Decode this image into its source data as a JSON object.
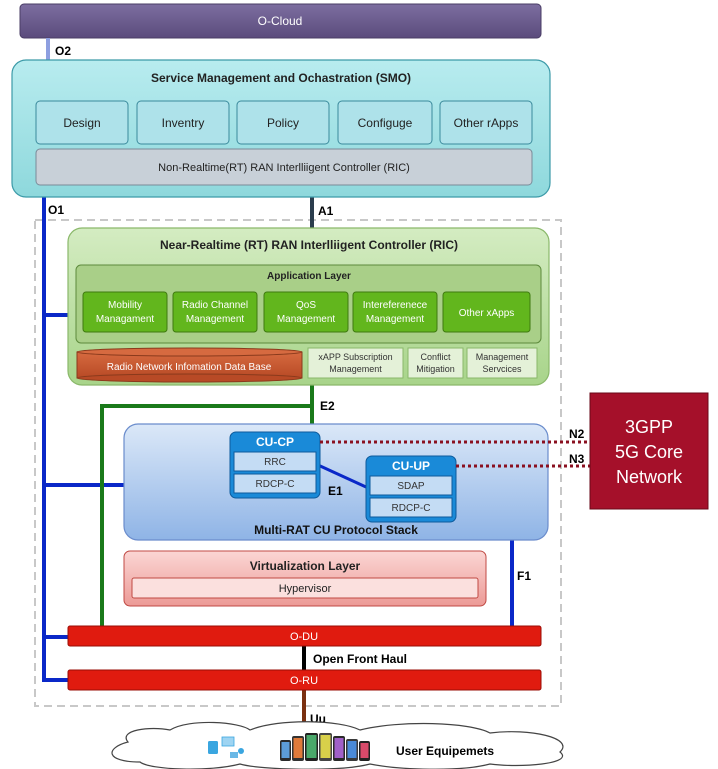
{
  "ocloud": "O-Cloud",
  "interfaces": {
    "o2": "O2",
    "o1": "O1",
    "a1": "A1",
    "e2": "E2",
    "e1": "E1",
    "f1": "F1",
    "n2": "N2",
    "n3": "N3",
    "fronthaul": "Open Front Haul",
    "uu": "Uu"
  },
  "smo": {
    "title": "Service Management and Ochastration (SMO)",
    "modules": [
      "Design",
      "Inventry",
      "Policy",
      "Configuge",
      "Other rApps"
    ],
    "non_rt_ric": "Non-Realtime(RT) RAN Interlliigent Controller (RIC)"
  },
  "near_rt_ric": {
    "title": "Near-Realtime (RT) RAN Interlliigent Controller (RIC)",
    "app_layer_title": "Application Layer",
    "xapps": [
      [
        "Mobility",
        "Managament"
      ],
      [
        "Radio Channel",
        "Management"
      ],
      [
        "QoS",
        "Management"
      ],
      [
        "Intereferenece",
        "Management"
      ],
      [
        "Other xApps"
      ]
    ],
    "database": "Radio Network Infomation Data Base",
    "services": [
      [
        "xAPP Subscription",
        "Management"
      ],
      [
        "Conflict",
        "Mitigation"
      ],
      [
        "Management",
        "Servcices"
      ]
    ]
  },
  "cu_stack": {
    "title": "Multi-RAT CU Protocol Stack",
    "cu_cp": {
      "title": "CU-CP",
      "items": [
        "RRC",
        "RDCP-C"
      ]
    },
    "cu_up": {
      "title": "CU-UP",
      "items": [
        "SDAP",
        "RDCP-C"
      ]
    }
  },
  "virtualization": {
    "title": "Virtualization Layer",
    "hypervisor": "Hypervisor"
  },
  "odu": "O-DU",
  "oru": "O-RU",
  "core": [
    "3GPP",
    "5G Core",
    "Network"
  ],
  "user_equipments": "User Equipemets",
  "colors": {
    "ocloud": "#6a5a8c",
    "smo": "#a8e4e8",
    "ric": "#bfe0a6",
    "xapp": "#62b61d",
    "database": "#c2552f",
    "cu_stack": "#b4cff0",
    "cu_block": "#1a8ad8",
    "radio": "#e01b0f",
    "core": "#a5102a",
    "o1_line": "#0a28c8",
    "e2_line": "#1a7a1a"
  }
}
